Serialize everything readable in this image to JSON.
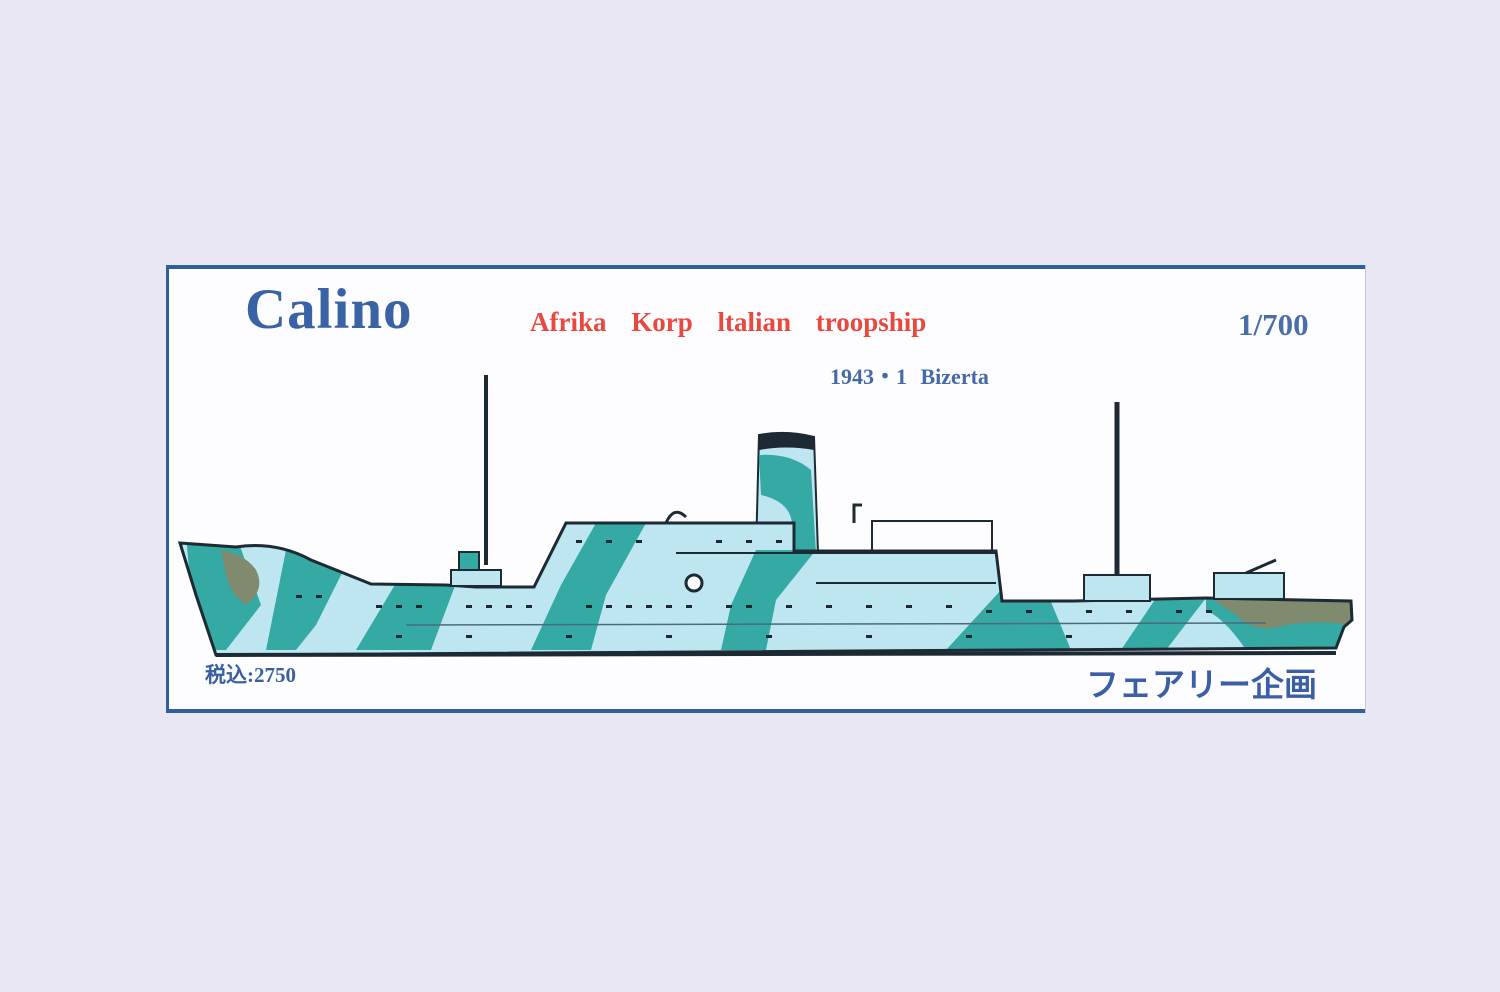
{
  "label": {
    "title": "Calino",
    "subtitle": "Afrika Korp ltalian troopship",
    "scale": "1/700",
    "date_location": "1943・1 Bizerta",
    "price": "税込:2750",
    "maker": "フェアリー企画"
  },
  "colors": {
    "background": "#e9e7f4",
    "card": "#fdfdff",
    "border": "#2f5e98",
    "title": "#3a63a6",
    "subtitle": "#e8493e",
    "camo_teal": "#35a9a3",
    "camo_light": "#bde6f1",
    "camo_brown": "#7f8a6f",
    "hull_line": "#1d2a33"
  },
  "illustration": {
    "subject": "ship-profile",
    "camouflage": "dazzle"
  }
}
